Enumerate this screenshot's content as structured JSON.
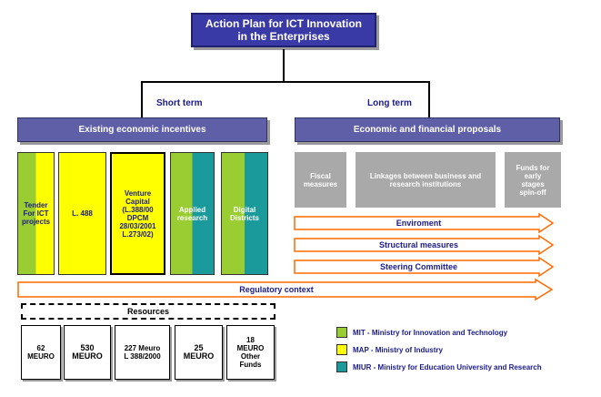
{
  "title": "Action Plan for ICT Innovation\nin the Enterprises",
  "short_term": "Short term",
  "long_term": "Long term",
  "left_header": "Existing economic incentives",
  "right_header": "Economic and financial proposals",
  "incentives": [
    {
      "label": "Tender\nFor ICT\nprojects"
    },
    {
      "label": "L. 488"
    },
    {
      "label": "Venture\nCapital\n(L.388/00\nDPCM\n28/03/2001\nL.273/02)"
    },
    {
      "label": "Applied\nresearch"
    },
    {
      "label": "Digital\nDistricts"
    }
  ],
  "proposals": [
    {
      "label": "Fiscal\nmeasures"
    },
    {
      "label": "Linkages between business and\nresearch institutions"
    },
    {
      "label": "Funds for\nearly\nstages\nspin-off"
    }
  ],
  "arrows": {
    "environment": "Enviroment",
    "structural": "Structural measures",
    "steering": "Steering Committee",
    "regulatory": "Regulatory context"
  },
  "resources_label": "Resources",
  "resources": [
    {
      "label": "62\nMEURO"
    },
    {
      "label": "530\nMEURO"
    },
    {
      "label": "227 Meuro\nL 388/2000"
    },
    {
      "label": "25\nMEURO"
    },
    {
      "label": "18\nMEURO\nOther\nFunds"
    }
  ],
  "legend": [
    {
      "color": "#9acd32",
      "label": "MIT - Ministry for Innovation and Technology"
    },
    {
      "color": "#ffff00",
      "label": "MAP - Ministry of Industry"
    },
    {
      "color": "#1a9a9a",
      "label": "MIUR - Ministry for Education University and Research"
    }
  ],
  "colors": {
    "green": "#9acd32",
    "yellow": "#ffff00",
    "teal": "#1a9a9a",
    "navy": "#3a3aa6",
    "arrow": "#ff6a00"
  }
}
